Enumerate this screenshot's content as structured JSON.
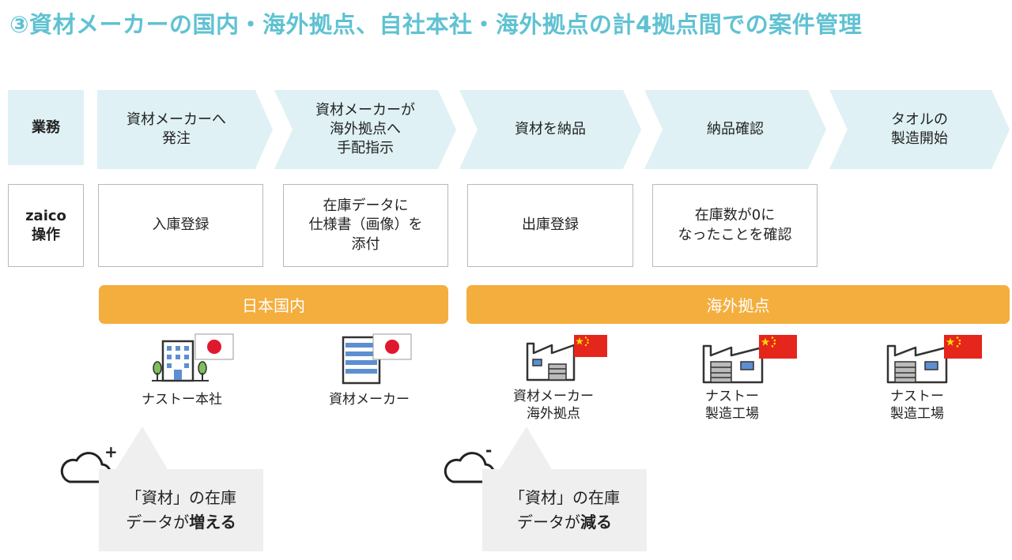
{
  "title": "③資材メーカーの国内・海外拠点、自社本社・海外拠点の計4拠点間での案件管理",
  "row_labels": {
    "business": "業務",
    "ops_line1": "zaico",
    "ops_line2": "操作"
  },
  "steps": [
    "資材メーカーへ\n発注",
    "資材メーカーが\n海外拠点へ\n手配指示",
    "資材を納品",
    "納品確認",
    "タオルの\n製造開始"
  ],
  "ops": [
    "入庫登録",
    "在庫データに\n仕様書（画像）を\n添付",
    "出庫登録",
    "在庫数が0に\nなったことを確認"
  ],
  "regions": {
    "domestic": "日本国内",
    "overseas": "海外拠点"
  },
  "sites": [
    {
      "label": "ナストー本社",
      "icon": "office-building-icon",
      "flag": "japan-flag-icon"
    },
    {
      "label": "資材メーカー",
      "icon": "building-icon",
      "flag": "japan-flag-icon"
    },
    {
      "label": "資材メーカー\n海外拠点",
      "icon": "factory-icon",
      "flag": "china-flag-icon"
    },
    {
      "label": "ナストー\n製造工場",
      "icon": "factory-icon",
      "flag": "china-flag-icon"
    },
    {
      "label": "ナストー\n製造工場",
      "icon": "factory-icon",
      "flag": "china-flag-icon"
    }
  ],
  "bubbles": [
    {
      "line1": "「資材」の在庫",
      "line2_prefix": "データが",
      "line2_bold": "増える",
      "sign": "+"
    },
    {
      "line1": "「資材」の在庫",
      "line2_prefix": "データが",
      "line2_bold": "減る",
      "sign": "-"
    }
  ],
  "colors": {
    "title": "#5fc2d2",
    "chevron": "#dff1f4",
    "region": "#f4ae3e",
    "japan_red": "#e0182d",
    "china_red": "#e5261c",
    "bubble": "#efefef"
  }
}
